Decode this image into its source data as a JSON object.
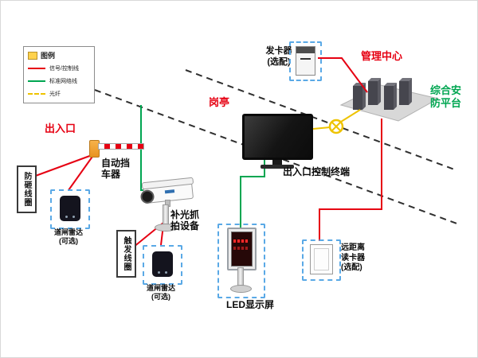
{
  "colors": {
    "signal": "#e60012",
    "network": "#00a651",
    "fiber": "#eec300",
    "optional_box": "#5aa9e6",
    "zone_text": "#e60012",
    "platform_text": "#00a651"
  },
  "legend": {
    "title": "图例",
    "items": [
      {
        "label": "信号/控制线"
      },
      {
        "label": "标准网络线"
      },
      {
        "label": "光纤"
      }
    ]
  },
  "zones": {
    "entrance": "出入口",
    "guard_booth": "岗亭",
    "management_center": "管理中心"
  },
  "labels": {
    "barrier_line1": "自动挡",
    "barrier_line2": "车器",
    "anti_smash_loop": "防砸线圈",
    "trigger_loop": "触发线圈",
    "radar_line1": "道闸雷达",
    "radar_line2": "(可选)",
    "camera_line1": "补光抓",
    "camera_line2": "拍设备",
    "led_screen": "LED显示屏",
    "terminal": "出入口控制终端",
    "card_issuer_line1": "发卡器",
    "card_issuer_line2": "(选配)",
    "reader_line1": "远距离",
    "reader_line2": "读卡器",
    "reader_line3": "(选配)",
    "platform_line1": "综合安",
    "platform_line2": "防平台"
  }
}
